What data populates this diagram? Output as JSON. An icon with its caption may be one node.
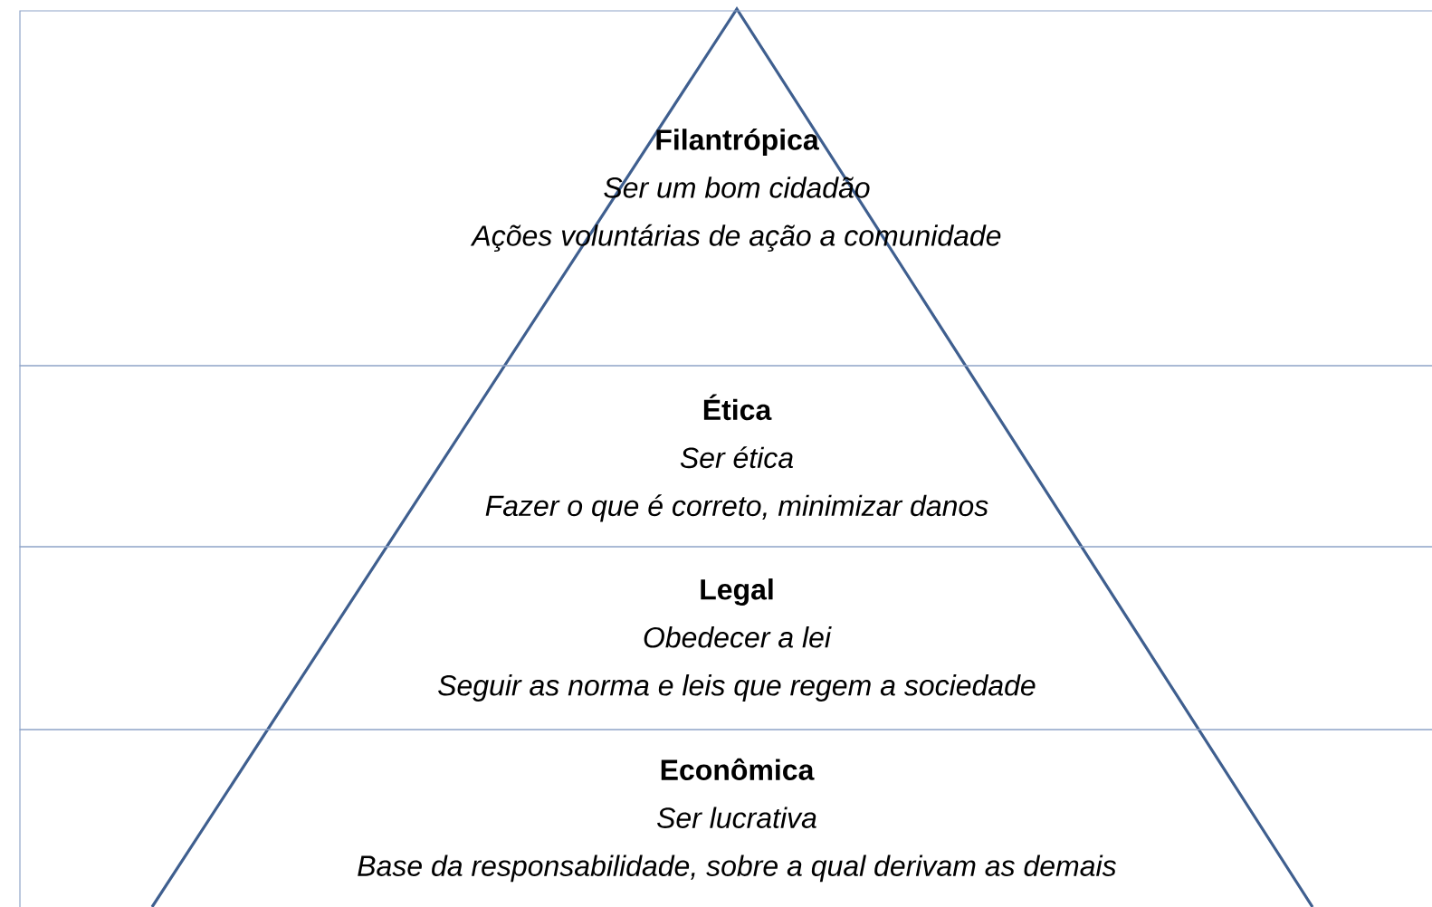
{
  "diagram": {
    "nodes": [
      {
        "text": [
          "Filantrópica",
          "Ser um bom cidadão",
          "Ações voluntárias de ação a comunidade"
        ]
      },
      {
        "text": [
          "Ética",
          "Ser ética",
          "Fazer o que é correto, minimizar danos"
        ]
      },
      {
        "text": [
          "Legal",
          "Obedecer a lei",
          "Seguir as norma e leis que regem a sociedade"
        ]
      },
      {
        "text": [
          "Econômica",
          "Ser lucrativa",
          "Base da responsabilidade, sobre a qual derivam as demais"
        ]
      }
    ]
  }
}
